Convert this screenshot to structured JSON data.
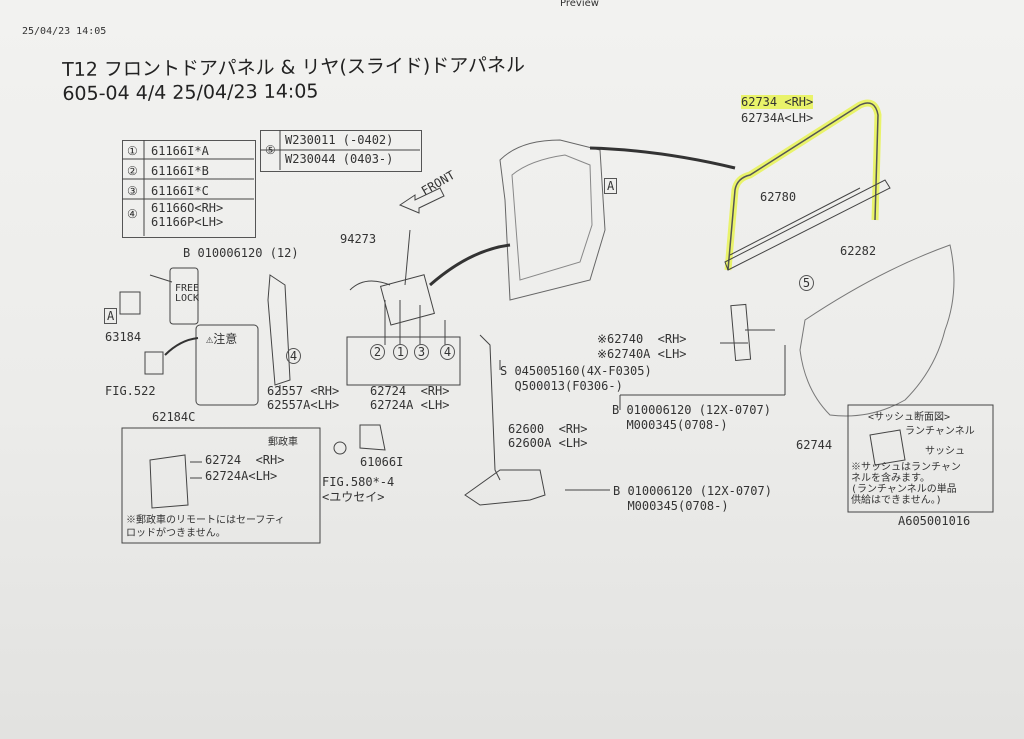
{
  "header": {
    "preview": "Preview",
    "stamp": "25/04/23 14:05",
    "title_line1": "T12 フロントドアパネル & リヤ(スライド)ドアパネル",
    "title_line2": "605-04 4/4 25/04/23 14:05"
  },
  "legend_left": {
    "rows": [
      {
        "num": "①",
        "text": "61166I*A"
      },
      {
        "num": "②",
        "text": "61166I*B"
      },
      {
        "num": "③",
        "text": "61166I*C"
      },
      {
        "num": "④",
        "text": "61166O<RH>\n61166P<LH>"
      }
    ]
  },
  "legend_right": {
    "num": "⑤",
    "rows": [
      "W230011 (-0402)",
      "W230044 (0403-)"
    ]
  },
  "labels": {
    "front": "FRONT",
    "a_marker": "A",
    "b_bolt_top": "B 010006120 (12)",
    "p94273": "94273",
    "p63184": "63184",
    "free_lock": "FREE\nLOCK",
    "caution": "⚠注意",
    "fig522": "FIG.522",
    "p62184c": "62184C",
    "p62557": "62557 <RH>\n62557A<LH>",
    "p62724": "62724  <RH>\n62724A <LH>",
    "circles_row": [
      "2",
      "1",
      "3",
      "4"
    ],
    "c4_left": "4",
    "s_screw": "S 045005160(4X-F0305)\n  Q500013(F0306-)",
    "p62734": "62734 <RH>",
    "p62734a": "62734A<LH>",
    "p62780": "62780",
    "p62282": "62282",
    "p62740": "※62740  <RH>\n※62740A <LH>",
    "c5": "5",
    "b_bolt_mid": "B 010006120 (12X-0707)\n  M000345(0708-)",
    "p62744": "62744",
    "p62600": "62600  <RH>\n62600A <LH>",
    "b_bolt_low": "B 010006120 (12X-0707)\n  M000345(0708-)",
    "p61066i": "61066I",
    "fig580": "FIG.580*-4\n<ユウセイ>",
    "postal_title": "郵政車",
    "postal_parts": "62724  <RH>\n62724A<LH>",
    "postal_note": "※郵政車のリモートにはセーフティ\nロッドがつきません。",
    "sash_title": "<サッシュ断面図>",
    "sash_run": "ランチャンネル",
    "sash_sash": "サッシュ",
    "sash_note": "※サッシュはランチャン\nネルを含みます。\n(ランチャンネルの単品\n供給はできません。)",
    "drawing_no": "A605001016"
  },
  "colors": {
    "highlight": "#e9f36a",
    "ink": "#333333"
  }
}
